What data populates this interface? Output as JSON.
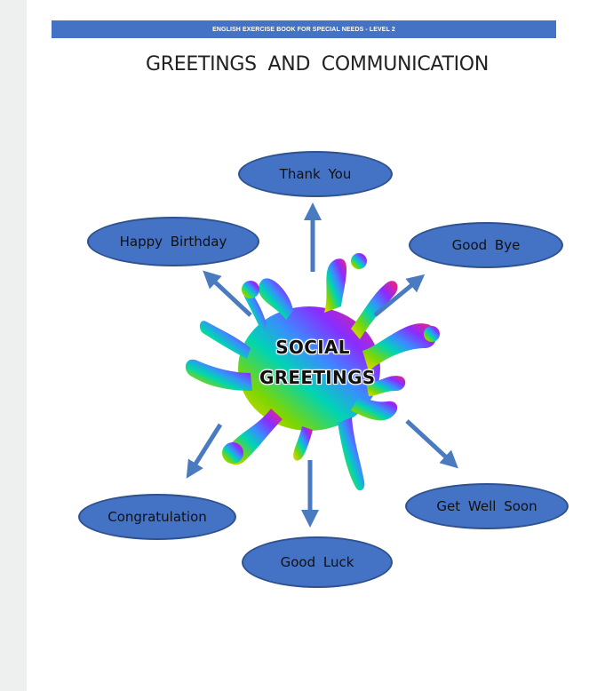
{
  "banner": {
    "text": "ENGLISH EXERCISE BOOK FOR SPECIAL NEEDS - LEVEL 2"
  },
  "title": "GREETINGS AND COMMUNICATION",
  "center": {
    "line1": "SOCIAL",
    "line2": "GREETINGS"
  },
  "greetings": {
    "top": "Thank You",
    "upper_left": "Happy Birthday",
    "upper_right": "Good Bye",
    "lower_left": "Congratulation",
    "lower_right": "Get Well Soon",
    "bottom": "Good Luck"
  },
  "colors": {
    "banner": "#4472c4",
    "oval_fill": "#4472c4",
    "oval_border": "#2f528f",
    "arrow": "#4a7ac0"
  }
}
